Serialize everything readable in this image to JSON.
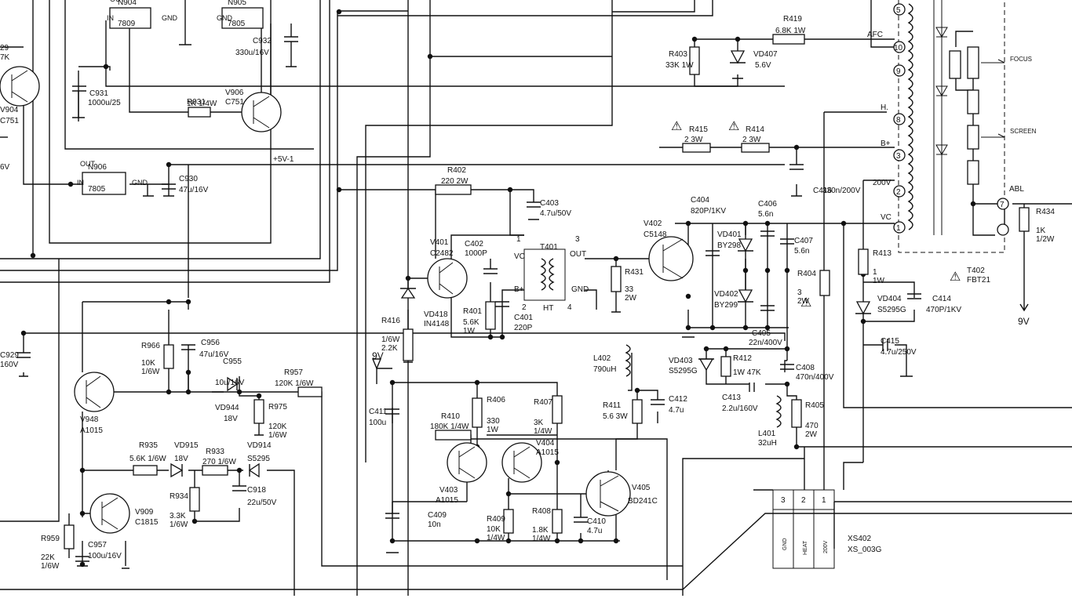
{
  "components": [
    {
      "id": "n904",
      "ref": "N904",
      "value": "7809",
      "kind": "reg",
      "pins": [
        "OUT",
        "IN",
        "GND"
      ]
    },
    {
      "id": "n905",
      "ref": "N905",
      "value": "7805",
      "kind": "reg",
      "pins": [
        "",
        "GND",
        ""
      ]
    },
    {
      "id": "n906",
      "ref": "N906",
      "value": "7805",
      "kind": "reg",
      "pins": [
        "OUT",
        "IN",
        "GND"
      ]
    },
    {
      "id": "c932",
      "ref": "C932",
      "value": "330u/16V",
      "kind": "cap"
    },
    {
      "id": "c931",
      "ref": "C931",
      "value": "1000u/25",
      "kind": "cap"
    },
    {
      "id": "c930",
      "ref": "C930",
      "value": "47u/16V",
      "kind": "cap"
    },
    {
      "id": "r931",
      "ref": "R931",
      "value": "1K  1/4W",
      "kind": "res"
    },
    {
      "id": "v906",
      "ref": "V906",
      "value": "C751",
      "kind": "npn"
    },
    {
      "id": "v904",
      "ref": "V904",
      "value": "C751",
      "kind": "npn"
    },
    {
      "id": "r929",
      "ref": "29",
      "value": "7K",
      "kind": "res"
    },
    {
      "id": "r419",
      "ref": "R419",
      "value": "6.8K  1W",
      "kind": "res"
    },
    {
      "id": "r403",
      "ref": "R403",
      "value": "33K 1W",
      "kind": "res"
    },
    {
      "id": "vd407",
      "ref": "VD407",
      "value": "5.6V",
      "kind": "zener"
    },
    {
      "id": "r415",
      "ref": "R415",
      "value": "2    3W",
      "kind": "res"
    },
    {
      "id": "r414",
      "ref": "R414",
      "value": "2    3W",
      "kind": "res"
    },
    {
      "id": "c416",
      "ref": "C416",
      "value": "330n/200V",
      "kind": "cap"
    },
    {
      "id": "r402",
      "ref": "R402",
      "value": "220  2W",
      "kind": "res"
    },
    {
      "id": "c403",
      "ref": "C403",
      "value": "4.7u/50V",
      "kind": "cap"
    },
    {
      "id": "v401",
      "ref": "V401",
      "value": "C2482",
      "kind": "npn"
    },
    {
      "id": "c402",
      "ref": "C402",
      "value": "1000P",
      "kind": "cap"
    },
    {
      "id": "t401",
      "ref": "T401",
      "value": "HT",
      "kind": "xfmr"
    },
    {
      "id": "r401",
      "ref": "R401",
      "value": "5.6K 1W",
      "kind": "res"
    },
    {
      "id": "c401",
      "ref": "C401",
      "value": "220P",
      "kind": "cap"
    },
    {
      "id": "vd418",
      "ref": "VD418",
      "value": "IN4148",
      "kind": "diode"
    },
    {
      "id": "r416",
      "ref": "R416",
      "value": "1/6W 2.2K",
      "kind": "res"
    },
    {
      "id": "r431",
      "ref": "R431",
      "value": "33 2W",
      "kind": "res"
    },
    {
      "id": "v402",
      "ref": "V402",
      "value": "C5148",
      "kind": "npn"
    },
    {
      "id": "c404",
      "ref": "C404",
      "value": "820P/1KV",
      "kind": "cap"
    },
    {
      "id": "vd401",
      "ref": "VD401",
      "value": "BY298",
      "kind": "diode"
    },
    {
      "id": "vd402",
      "ref": "VD402",
      "value": "BY299",
      "kind": "diode"
    },
    {
      "id": "c406",
      "ref": "C406",
      "value": "5.6n",
      "kind": "cap"
    },
    {
      "id": "c407",
      "ref": "C407",
      "value": "5.6n",
      "kind": "cap"
    },
    {
      "id": "c405",
      "ref": "C405",
      "value": "22n/400V",
      "kind": "cap"
    },
    {
      "id": "r404",
      "ref": "R404",
      "value": "3 2W",
      "kind": "res"
    },
    {
      "id": "r413",
      "ref": "R413",
      "value": "1 1W",
      "kind": "res"
    },
    {
      "id": "vd404",
      "ref": "VD404",
      "value": "S5295G",
      "kind": "diode"
    },
    {
      "id": "c414",
      "ref": "C414",
      "value": "470P/1KV",
      "kind": "cap"
    },
    {
      "id": "c415",
      "ref": "C415",
      "value": "4.7u/250V",
      "kind": "cap"
    },
    {
      "id": "r434",
      "ref": "R434",
      "value": "1K 1/2W",
      "kind": "res"
    },
    {
      "id": "l402",
      "ref": "L402",
      "value": "790uH",
      "kind": "ind"
    },
    {
      "id": "vd403",
      "ref": "VD403",
      "value": "S5295G",
      "kind": "diode"
    },
    {
      "id": "r412",
      "ref": "R412",
      "value": "1W 47K",
      "kind": "res"
    },
    {
      "id": "c408",
      "ref": "C408",
      "value": "470n/400V",
      "kind": "cap"
    },
    {
      "id": "c413",
      "ref": "C413",
      "value": "2.2u/160V",
      "kind": "cap"
    },
    {
      "id": "r405",
      "ref": "R405",
      "value": "470 2W",
      "kind": "res"
    },
    {
      "id": "l401",
      "ref": "L401",
      "value": "32uH",
      "kind": "ind"
    },
    {
      "id": "r411",
      "ref": "R411",
      "value": "5.6  3W",
      "kind": "res"
    },
    {
      "id": "c412",
      "ref": "C412",
      "value": "4.7u",
      "kind": "cap"
    },
    {
      "id": "c411",
      "ref": "C411",
      "value": "100u",
      "kind": "cap"
    },
    {
      "id": "r410",
      "ref": "R410",
      "value": "180K  1/4W",
      "kind": "res"
    },
    {
      "id": "r406",
      "ref": "R406",
      "value": "330 1W",
      "kind": "res"
    },
    {
      "id": "r407",
      "ref": "R407",
      "value": "3K 1/4W",
      "kind": "res"
    },
    {
      "id": "v403",
      "ref": "V403",
      "value": "A1015",
      "kind": "pnp"
    },
    {
      "id": "v404",
      "ref": "V404",
      "value": "A1015",
      "kind": "pnp"
    },
    {
      "id": "v405",
      "ref": "V405",
      "value": "BD241C",
      "kind": "npn"
    },
    {
      "id": "c409",
      "ref": "C409",
      "value": "10n",
      "kind": "cap"
    },
    {
      "id": "r409",
      "ref": "R409",
      "value": "10K 1/4W",
      "kind": "res"
    },
    {
      "id": "r408",
      "ref": "R408",
      "value": "1.8K 1/4W",
      "kind": "res"
    },
    {
      "id": "c410",
      "ref": "C410",
      "value": "4.7u",
      "kind": "cap"
    },
    {
      "id": "r966",
      "ref": "R966",
      "value": "10K 1/6W",
      "kind": "res"
    },
    {
      "id": "c956",
      "ref": "C956",
      "value": "47u/16V",
      "kind": "cap"
    },
    {
      "id": "c955",
      "ref": "C955",
      "value": "10u/16V",
      "kind": "cap"
    },
    {
      "id": "vd944",
      "ref": "VD944",
      "value": "18V",
      "kind": "zener"
    },
    {
      "id": "r957",
      "ref": "R957",
      "value": "120K  1/6W",
      "kind": "res"
    },
    {
      "id": "r975",
      "ref": "R975",
      "value": "120K 1/6W",
      "kind": "res"
    },
    {
      "id": "v948",
      "ref": "V948",
      "value": "A1015",
      "kind": "pnp"
    },
    {
      "id": "r935",
      "ref": "R935",
      "value": "5.6K 1/6W",
      "kind": "res"
    },
    {
      "id": "vd915",
      "ref": "VD915",
      "value": "18V",
      "kind": "zener"
    },
    {
      "id": "r933",
      "ref": "R933",
      "value": "270  1/6W",
      "kind": "res"
    },
    {
      "id": "vd914",
      "ref": "VD914",
      "value": "S5295",
      "kind": "diode"
    },
    {
      "id": "r934",
      "ref": "R934",
      "value": "3.3K 1/6W",
      "kind": "res"
    },
    {
      "id": "c918",
      "ref": "C918",
      "value": "22u/50V",
      "kind": "cap"
    },
    {
      "id": "v909",
      "ref": "V909",
      "value": "C1815",
      "kind": "npn"
    },
    {
      "id": "r959",
      "ref": "R959",
      "value": "22K 1/6W",
      "kind": "res"
    },
    {
      "id": "c957",
      "ref": "C957",
      "value": "100u/16V",
      "kind": "cap"
    },
    {
      "id": "c929",
      "ref": "C929",
      "value": "160V",
      "kind": "cap"
    },
    {
      "id": "t402",
      "ref": "T402",
      "value": "FBT21",
      "kind": "fbt"
    },
    {
      "id": "xs402",
      "ref": "XS402",
      "value": "XS_003G",
      "kind": "conn"
    }
  ],
  "fbt_pins": [
    "5",
    "10",
    "9",
    "8",
    "3",
    "2",
    "1",
    "7"
  ],
  "fbt_labels": {
    "afc": "AFC",
    "h": "H.",
    "bplus": "B+",
    "v200": "200V",
    "vc": "VC",
    "abl": "ABL",
    "focus": "FOCUS",
    "screen": "SCREEN"
  },
  "t401_pins": [
    "1",
    "2",
    "3",
    "4"
  ],
  "t401_labels": {
    "vc": "VC",
    "bplus": "B+",
    "out": "OUT",
    "gnd": "GND"
  },
  "net_labels": {
    "p5v1": "+5V-1",
    "supply_9v": "9V",
    "v9": "9V",
    "v6": "6V"
  },
  "connector": {
    "pins": [
      "3",
      "2",
      "1"
    ],
    "pin_names": [
      "GND",
      "HEAT",
      "200V"
    ]
  },
  "warning_symbol": "⚠"
}
